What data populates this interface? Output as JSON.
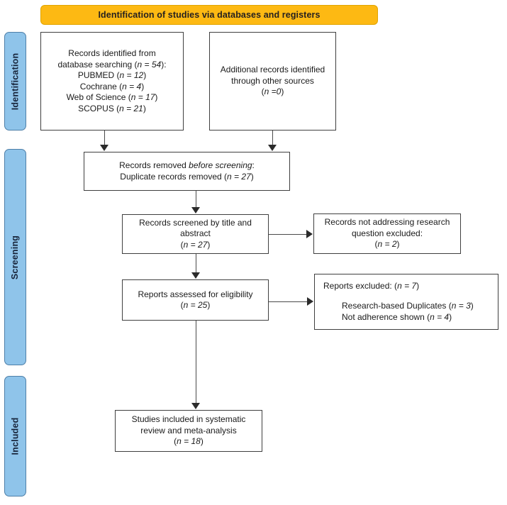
{
  "banner": {
    "title": "Identification of studies via databases and registers",
    "color": "#fdb913"
  },
  "stages": [
    {
      "id": "identification",
      "label": "Identification",
      "color": "#8fc4ea"
    },
    {
      "id": "screening",
      "label": "Screening",
      "color": "#8fc4ea"
    },
    {
      "id": "included",
      "label": "Included",
      "color": "#8fc4ea"
    }
  ],
  "boxes": {
    "records_identified": {
      "lines": [
        {
          "text": "Records identified from",
          "italic": ""
        },
        {
          "text": "database searching (",
          "italic": "n = 54",
          "tail": "):"
        },
        {
          "text": "PUBMED (",
          "italic": "n = 12",
          "tail": ")"
        },
        {
          "text": "Cochrane (",
          "italic": "n = 4",
          "tail": ")"
        },
        {
          "text": "Web of Science (",
          "italic": "n = 17",
          "tail": ")"
        },
        {
          "text": "SCOPUS (",
          "italic": "n = 21",
          "tail": ")"
        }
      ]
    },
    "additional_records": {
      "lines": [
        {
          "text": "Additional records identified",
          "italic": ""
        },
        {
          "text": "through other sources",
          "italic": ""
        },
        {
          "text": "(",
          "italic": "n =0",
          "tail": ")"
        }
      ]
    },
    "records_removed": {
      "lines": [
        {
          "text": "Records removed ",
          "italic": "before screening",
          "tail": ":"
        },
        {
          "text": "Duplicate records removed (",
          "italic": "n = 27",
          "tail": ")"
        }
      ]
    },
    "records_screened": {
      "lines": [
        {
          "text": "Records screened by title and",
          "italic": ""
        },
        {
          "text": "abstract",
          "italic": ""
        },
        {
          "text": "(",
          "italic": "n = 27",
          "tail": ")"
        }
      ]
    },
    "records_excluded": {
      "lines": [
        {
          "text": "Records not addressing research",
          "italic": ""
        },
        {
          "text": "question excluded:",
          "italic": ""
        },
        {
          "text": "(",
          "italic": "n = 2",
          "tail": ")"
        }
      ]
    },
    "reports_assessed": {
      "lines": [
        {
          "text": "Reports assessed for eligibility",
          "italic": ""
        },
        {
          "text": "(",
          "italic": "n = 25",
          "tail": ")"
        }
      ]
    },
    "reports_excluded": {
      "lines": [
        {
          "text": "Reports excluded: (",
          "italic": "n = 7",
          "tail": ")"
        },
        {
          "text": "Research-based Duplicates (",
          "italic": "n = 3",
          "tail": ")"
        },
        {
          "text": "Not adherence shown (",
          "italic": "n = 4",
          "tail": ")"
        }
      ]
    },
    "studies_included": {
      "lines": [
        {
          "text": "Studies included in systematic",
          "italic": ""
        },
        {
          "text": "review and meta-analysis",
          "italic": ""
        },
        {
          "text": "(",
          "italic": "n = 18",
          "tail": ")"
        }
      ]
    }
  },
  "chart_data": {
    "type": "diagram",
    "title": "PRISMA 2020 flow diagram",
    "nodes": [
      {
        "id": "records_identified",
        "stage": "Identification",
        "n": 54,
        "breakdown": {
          "PUBMED": 12,
          "Cochrane": 4,
          "Web of Science": 17,
          "SCOPUS": 21
        }
      },
      {
        "id": "additional_records",
        "stage": "Identification",
        "n": 0
      },
      {
        "id": "records_removed",
        "stage": "Identification",
        "n": 27
      },
      {
        "id": "records_screened",
        "stage": "Screening",
        "n": 27
      },
      {
        "id": "records_excluded",
        "stage": "Screening",
        "n": 2
      },
      {
        "id": "reports_assessed",
        "stage": "Screening",
        "n": 25
      },
      {
        "id": "reports_excluded",
        "stage": "Screening",
        "n": 7,
        "breakdown": {
          "Research-based Duplicates": 3,
          "Not adherence shown": 4
        }
      },
      {
        "id": "studies_included",
        "stage": "Included",
        "n": 18
      }
    ],
    "edges": [
      {
        "from": "records_identified",
        "to": "records_removed"
      },
      {
        "from": "additional_records",
        "to": "records_removed"
      },
      {
        "from": "records_removed",
        "to": "records_screened"
      },
      {
        "from": "records_screened",
        "to": "records_excluded"
      },
      {
        "from": "records_screened",
        "to": "reports_assessed"
      },
      {
        "from": "reports_assessed",
        "to": "reports_excluded"
      },
      {
        "from": "reports_assessed",
        "to": "studies_included"
      }
    ]
  }
}
